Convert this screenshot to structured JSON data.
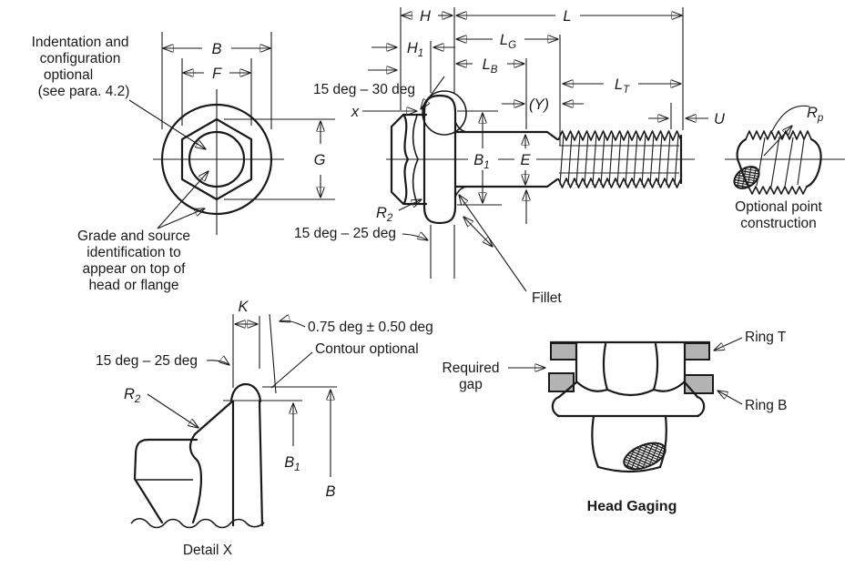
{
  "colors": {
    "line": "#1a1a1a",
    "ring_fill": "#b3b3b3",
    "background": "#ffffff"
  },
  "top": {
    "note_indentation": [
      "Indentation and",
      "configuration",
      "optional",
      "(see para. 4.2)"
    ],
    "note_grade": [
      "Grade and source",
      "identification to",
      "appear on top of",
      "head or flange"
    ],
    "B": "B",
    "F": "F",
    "G": "G"
  },
  "side": {
    "H": "H",
    "H1": {
      "main": "H",
      "sub": "1"
    },
    "L": "L",
    "LG": {
      "main": "L",
      "sub": "G"
    },
    "LB": {
      "main": "L",
      "sub": "B"
    },
    "LT": {
      "main": "L",
      "sub": "T"
    },
    "Y": "(Y)",
    "U": "U",
    "x": "x",
    "E": "E",
    "B1": {
      "main": "B",
      "sub": "1"
    },
    "R2": {
      "main": "R",
      "sub": "2"
    },
    "angle_top": "15 deg – 30 deg",
    "angle_bottom": "15 deg – 25 deg",
    "fillet": "Fillet"
  },
  "point": {
    "Rp": {
      "main": "R",
      "sub": "p"
    },
    "caption": [
      "Optional point",
      "construction"
    ]
  },
  "detail": {
    "K": "K",
    "contour_angle": "0.75 deg ± 0.50 deg",
    "contour_note": "Contour optional",
    "face_angle": "15 deg – 25 deg",
    "R2": {
      "main": "R",
      "sub": "2"
    },
    "B1": {
      "main": "B",
      "sub": "1"
    },
    "B": "B",
    "caption": "Detail X"
  },
  "gaging": {
    "ring_t": "Ring T",
    "ring_b": "Ring B",
    "required_gap": [
      "Required",
      "gap"
    ],
    "caption": "Head Gaging"
  }
}
